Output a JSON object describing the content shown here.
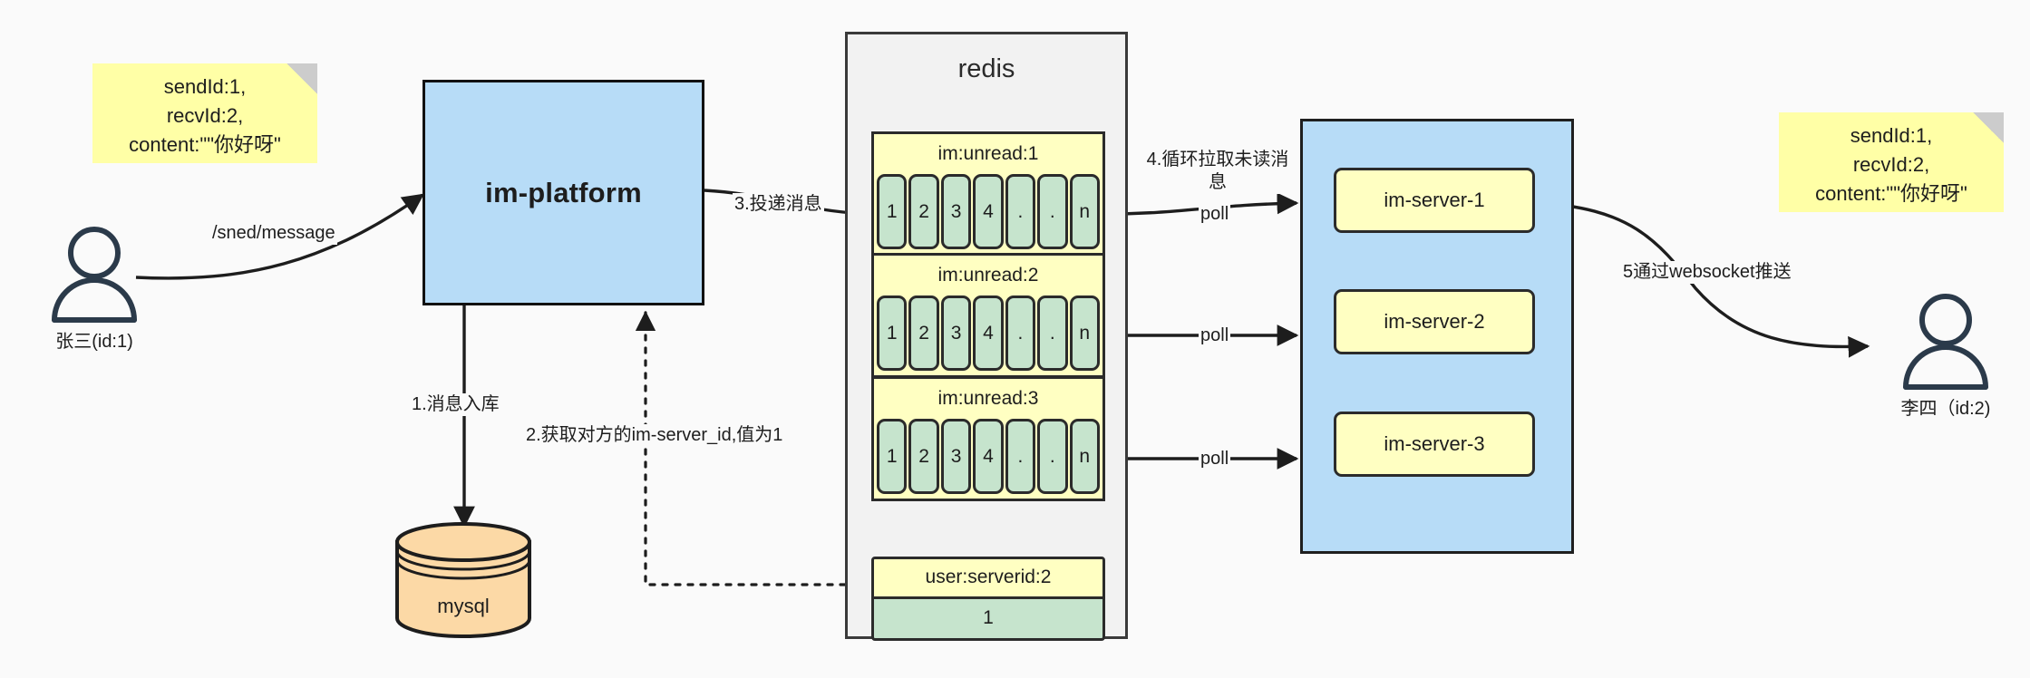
{
  "diagram": {
    "title": "IM message delivery architecture",
    "colors": {
      "note_yellow": "#ffffa6",
      "platform_blue": "#b7dcf7",
      "redis_bg": "#f2f2f2",
      "queue_yellow": "#ffffc2",
      "cell_green": "#c6e4cd",
      "mysql_orange": "#fcd9a6",
      "stroke": "#1d1d1d",
      "page_bg": "#fafafa"
    }
  },
  "notes": {
    "left": {
      "line1": "sendId:1,",
      "line2": "recvId:2,",
      "line3": "content:\"\"你好呀\""
    },
    "right": {
      "line1": "sendId:1,",
      "line2": "recvId:2,",
      "line3": "content:\"\"你好呀\""
    }
  },
  "actors": {
    "sender": {
      "caption": "张三(id:1)"
    },
    "receiver": {
      "caption": "李四（id:2)"
    }
  },
  "platform": {
    "label": "im-platform"
  },
  "mysql": {
    "label": "mysql"
  },
  "redis": {
    "title": "redis",
    "queues": [
      {
        "key": "im:unread:1",
        "cells": [
          "1",
          "2",
          "3",
          "4",
          ".",
          ".",
          "n"
        ]
      },
      {
        "key": "im:unread:2",
        "cells": [
          "1",
          "2",
          "3",
          "4",
          ".",
          ".",
          "n"
        ]
      },
      {
        "key": "im:unread:3",
        "cells": [
          "1",
          "2",
          "3",
          "4",
          ".",
          ".",
          "n"
        ]
      }
    ],
    "kv": {
      "key": "user:serverid:2",
      "value": "1"
    }
  },
  "servers": {
    "items": [
      {
        "label": "im-server-1"
      },
      {
        "label": "im-server-2"
      },
      {
        "label": "im-server-3"
      }
    ]
  },
  "edges": {
    "send_message": "/sned/message",
    "step1": "1.消息入库",
    "step2": "2.获取对方的im-server_id,值为1",
    "step3": "3.投递消息",
    "step4_line1": "4.循环拉取未读消",
    "step4_line2": "息",
    "poll1": "poll",
    "poll2": "poll",
    "poll3": "poll",
    "step5": "5通过websocket推送"
  }
}
